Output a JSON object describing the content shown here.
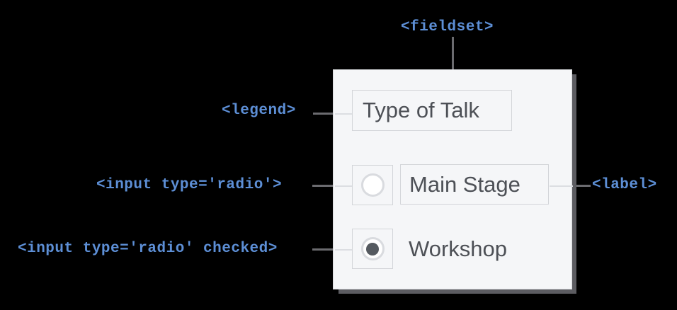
{
  "diagram": {
    "title": "HTML fieldset with radio inputs anatomy",
    "colors": {
      "annotation_blue": "#5d8fd6",
      "panel_background": "#f5f6f8",
      "panel_border": "#d6d8dc",
      "shadow": "#5c5c61",
      "text_gray": "#4d5056",
      "leader_line": "#6b6b6f",
      "page_background": "#000000"
    }
  },
  "annotations": {
    "fieldset": "<fieldset>",
    "legend": "<legend>",
    "radio_input": "<input type='radio'>",
    "radio_input_checked": "<input type='radio' checked>",
    "label": "<label>"
  },
  "fieldset": {
    "legend_text": "Type of Talk",
    "options": [
      {
        "label": "Main Stage",
        "checked": false,
        "has_label_box": true
      },
      {
        "label": "Workshop",
        "checked": true,
        "has_label_box": false
      }
    ]
  }
}
